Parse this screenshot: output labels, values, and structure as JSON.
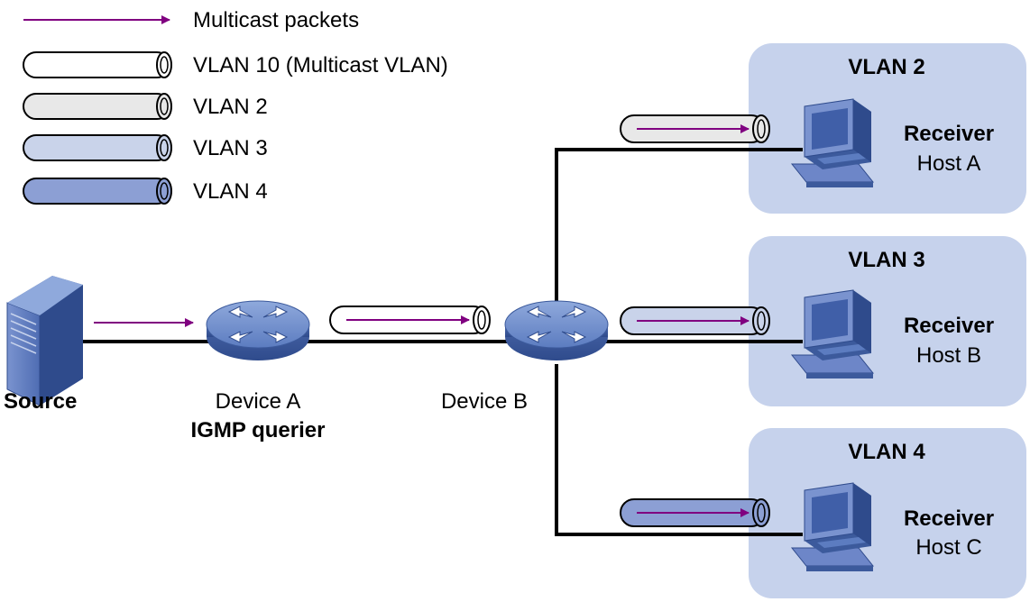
{
  "legend": {
    "multicast_packets": "Multicast packets",
    "vlan10": "VLAN 10 (Multicast VLAN)",
    "vlan2": "VLAN 2",
    "vlan3": "VLAN 3",
    "vlan4": "VLAN 4"
  },
  "nodes": {
    "source": "Source",
    "device_a": "Device A",
    "device_a_role": "IGMP querier",
    "device_b": "Device B"
  },
  "vlans": [
    {
      "title": "VLAN 2",
      "role": "Receiver",
      "host": "Host A"
    },
    {
      "title": "VLAN 3",
      "role": "Receiver",
      "host": "Host B"
    },
    {
      "title": "VLAN 4",
      "role": "Receiver",
      "host": "Host C"
    }
  ],
  "colors": {
    "arrow": "#800080",
    "vlan10": "#ffffff",
    "vlan2": "#e8e8e8",
    "vlan3": "#c9d3ea",
    "vlan4": "#8c9fd4",
    "vlan_box": "#c6d2ec",
    "link": "#000000",
    "device": "#5f7fbf"
  },
  "icons": {
    "server": "server-icon",
    "switch": "switch-icon",
    "host": "computer-icon"
  }
}
